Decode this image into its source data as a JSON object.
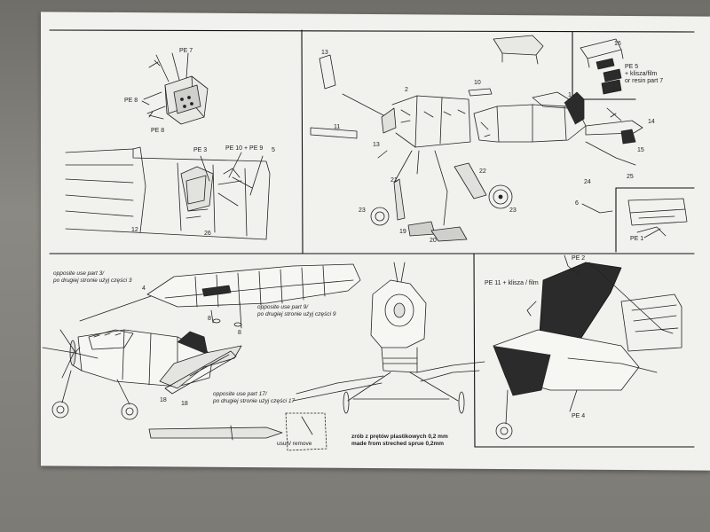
{
  "sheet": {
    "paper_color": "#f1f1ee",
    "line_color": "#222222",
    "fill_dark": "#2b2b2b",
    "table_color": "#74736e"
  },
  "panels": {
    "top_left": {
      "labels": {
        "pe7": "PE 7",
        "pe8a": "PE 8",
        "pe8b": "PE 8",
        "pe3": "PE 3",
        "pe10_9": "PE 10 + PE 9",
        "n5": "5",
        "n12": "12",
        "n26": "26"
      }
    },
    "top_right": {
      "labels": {
        "n13a": "13",
        "n10": "10",
        "n2": "2",
        "n1": "1",
        "n11": "11",
        "n13b": "13",
        "n14": "14",
        "n15": "15",
        "n16": "16",
        "pe5": "PE 5",
        "klisza": "+ klisza/film",
        "resin": "or resin part 7",
        "n22": "22",
        "n21": "21",
        "n24": "24",
        "n25": "25",
        "n23a": "23",
        "n23b": "23",
        "n19": "19",
        "n20": "20",
        "n6": "6",
        "pe1": "PE 1"
      }
    },
    "bottom_left": {
      "labels": {
        "opp3_en": "opposite use part 3/",
        "opp3_pl": "po drugiej stronie użyj części 3",
        "n4": "4",
        "opp9_en": "opposite use part 9/",
        "opp9_pl": "po drugiej stronie użyj części 9",
        "n8a": "8",
        "n8b": "8",
        "n18a": "18",
        "n18b": "18",
        "opp17_en": "opposite use part 17/",
        "opp17_pl": "po drugiej stronie użyj części 17",
        "usun": "usuń/ remove"
      }
    },
    "bottom_middle": {
      "labels": {
        "sprue_pl": "zrób z prętów plastikowych 0,2 mm",
        "sprue_en": "made from streched sprue 0,2mm"
      }
    },
    "bottom_right": {
      "labels": {
        "pe2": "PE 2",
        "pe11": "PE 11 + klisza / film",
        "pe4": "PE 4"
      }
    }
  }
}
